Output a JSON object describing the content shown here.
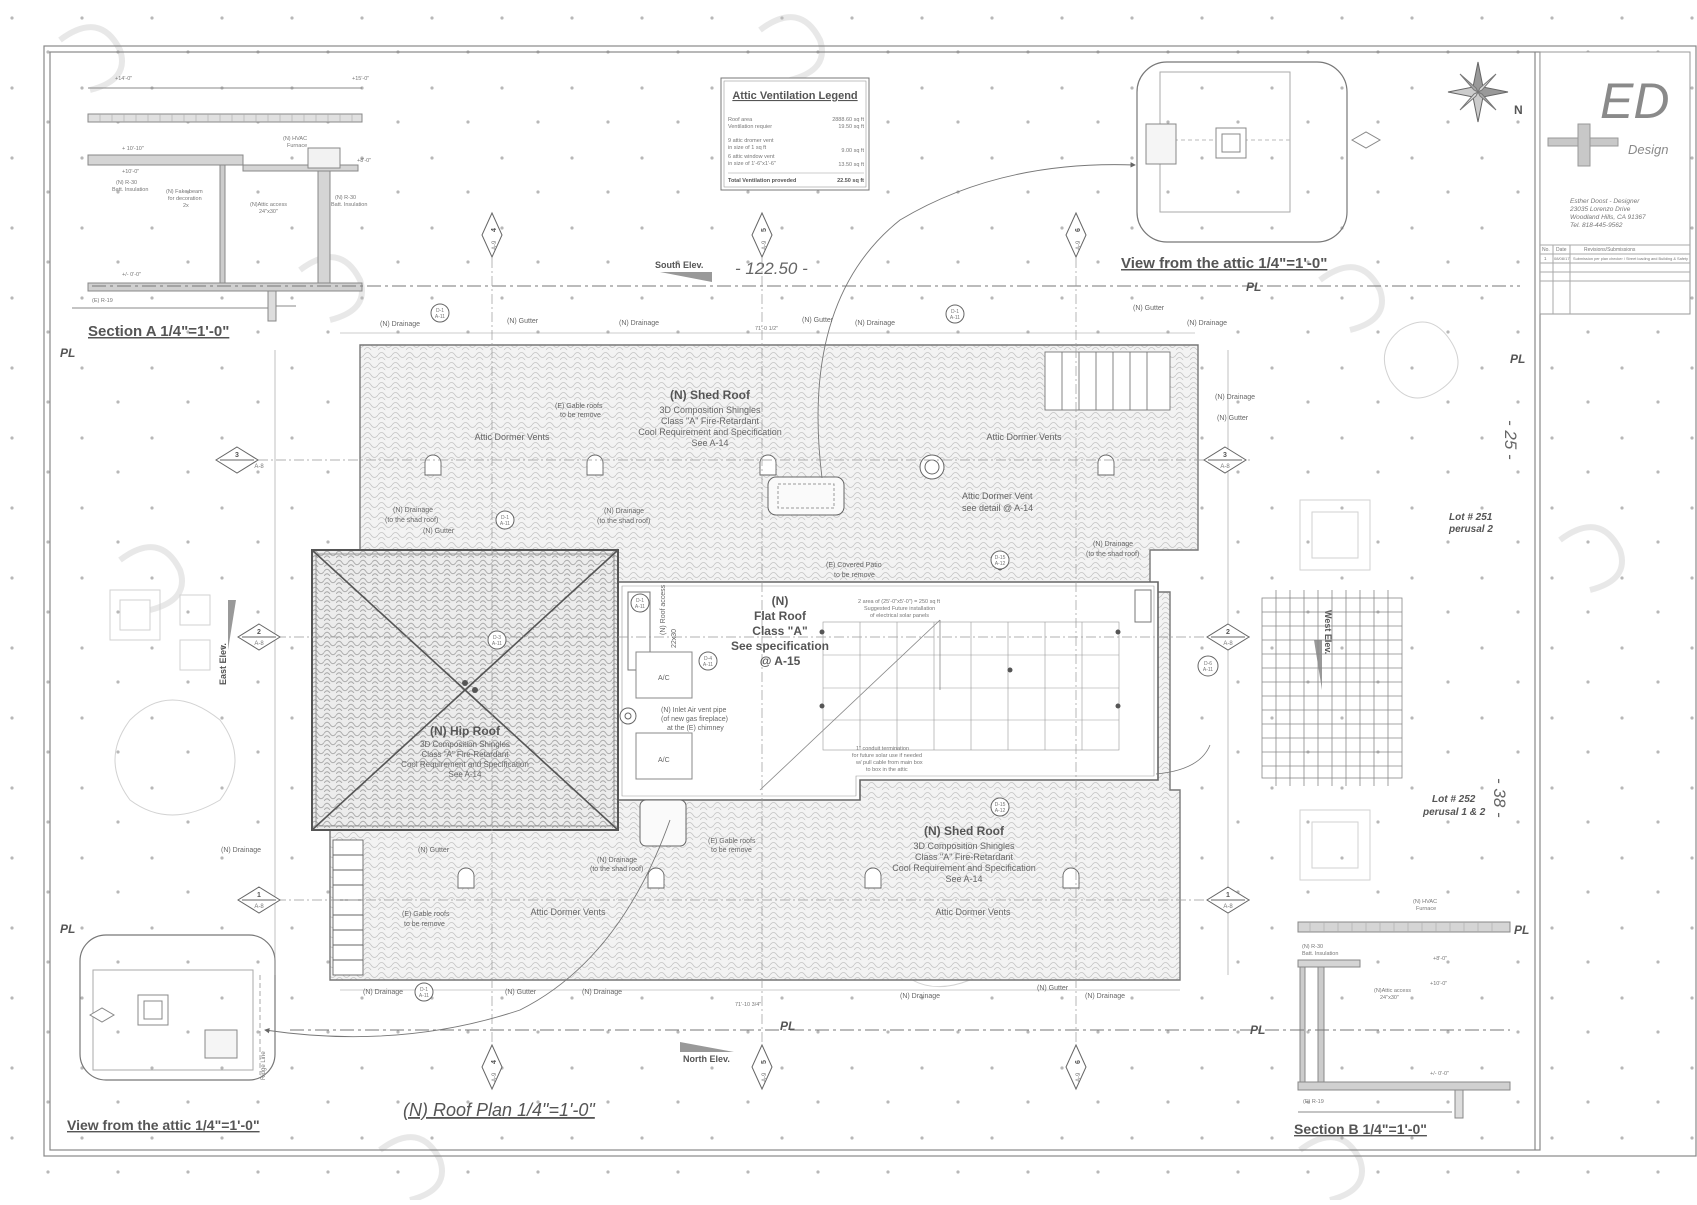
{
  "drawing": {
    "title": "(N) Roof Plan  1/4\"=1'-0\"",
    "accent_color": "#8a8a8a",
    "paper_color": "#ffffff"
  },
  "legend": {
    "title": "Attic Ventilation Legend",
    "rows": [
      {
        "label": "Roof area",
        "value": "2888.60 sq ft"
      },
      {
        "label": "Ventilation requier",
        "value": "19.50 sq ft"
      },
      {
        "label": "9 attic dromer vent",
        "value": ""
      },
      {
        "label": "in size of 1 sq ft",
        "value": "9.00 sq ft"
      },
      {
        "label": "6 attic window vent",
        "value": ""
      },
      {
        "label": "in size of 1'-6\"x1'-6\"",
        "value": "13.50 sq ft"
      }
    ],
    "total_label": "Total Ventilation proveded",
    "total_value": "22.50 sq ft"
  },
  "titleblock": {
    "logo_text": "ED",
    "logo_sub": "Design",
    "designer": "Esther Doost - Designer",
    "address1": "23035 Lorenzo Drive",
    "address2": "Woodland Hills, CA 91367",
    "phone": "Tel. 818-445-9562",
    "rev_headers": [
      "No.",
      "Date",
      "Revisions/Submissions"
    ],
    "rev_row": [
      "1",
      "08/08/17",
      "Submission per plan checker / Street loading and Building & Safety"
    ]
  },
  "compass": {
    "label": "N"
  },
  "views": {
    "section_a": "Section A  1/4\"=1'-0\"",
    "section_b": "Section B  1/4\"=1'-0\"",
    "attic_top": "View from the attic  1/4\"=1'-0\"",
    "attic_bottom": "View from the attic  1/4\"=1'-0\""
  },
  "dims": {
    "top": "- 122.50 -",
    "right_upper": "- 25 -",
    "right_lower": "- 38 -",
    "total_top": "71'-0 1/2\"",
    "total_bottom": "71'-10 3/4\""
  },
  "pl": "PL",
  "elevations": {
    "south": "South Elev.",
    "north": "North Elev.",
    "east": "East Elev.",
    "west": "West Elev."
  },
  "lots": {
    "lot251": "Lot # 251",
    "lot251_sub": "perusal 2",
    "lot252": "Lot # 252",
    "lot252_sub": "perusal 1 & 2"
  },
  "roofs": {
    "shed_top": {
      "title": "(N) Shed Roof",
      "l1": "3D Composition Shingles",
      "l2": "Class \"A\" Fire-Retardant",
      "l3": "Cool Requirement and Specification",
      "l4": "See A-14"
    },
    "shed_bottom": {
      "title": "(N) Shed Roof",
      "l1": "3D Composition Shingles",
      "l2": "Class \"A\" Fire-Retardant",
      "l3": "Cool Requirement and Specification",
      "l4": "See A-14"
    },
    "hip": {
      "title": "(N) Hip Roof",
      "l1": "3D Composition Shingles",
      "l2": "Class \"A\" Fire-Retardant",
      "l3": "Cool Requirement and Specification",
      "l4": "See A-14"
    },
    "flat": {
      "l1": "(N)",
      "l2": "Flat Roof",
      "l3": "Class \"A\"",
      "l4": "See specification",
      "l5": "@ A-15"
    }
  },
  "notes": {
    "dormer_vents": "Attic Dormer Vents",
    "dormer_vent_single": "Attic Dormer Vent",
    "see_detail": "see detail @ A-14",
    "drainage": "(N) Drainage",
    "gutter": "(N) Gutter",
    "drain_shad": "(to the shad roof)",
    "gable_remove": "(E) Gable roofs",
    "to_be_remove": "to be remove",
    "covered_patio": "(E) Covered Patio",
    "roof_access": "(N) Roof access",
    "roof_access_size": "22x30",
    "ac": "A/C",
    "air_vent": "(N) Inlet Air vent pipe",
    "air_vent2": "(of new gas fireplace)",
    "air_vent3": "at the (E) chimney",
    "ridge": "Ridge Line",
    "solar1": "2 area of (25'-0\"x5'-0\") = 250 sq ft",
    "solar2": "Suggested Future installation",
    "solar3": "of electrical solar panels",
    "conduit1": "1\" conduit termination",
    "conduit2": "for future solar use if needed",
    "conduit3": "w/ pull cable from main box",
    "conduit4": "to box in the attic"
  },
  "tags": {
    "a8": "A-8",
    "a9": "A-9",
    "a11": "A-11",
    "a12": "A-12",
    "t1": "1",
    "t2": "2",
    "t3": "3",
    "t4": "4",
    "t5": "5",
    "t6": "6",
    "d1": "D-1",
    "d3": "D-3",
    "d4": "D-4",
    "d6": "D-6",
    "d15": "D-15"
  },
  "section_notes": {
    "hvac": "(N) HVAC",
    "furnace": "Furnace",
    "batt_r30": "(N) R-30",
    "batt_ins": "Batt. Insulation",
    "fake_beam": "(N) Fake beam",
    "for_deco": "for decoration",
    "size2x": "2x",
    "attic_access": "(N)Attic access",
    "access_size": "24\"x30\"",
    "r19": "(E) R-19",
    "d_top1": "+14'-0\"",
    "d_top2": "+15'-0\"",
    "d_1010": "+ 10'-10\"",
    "d_100": "+10'-0\"",
    "d_840": "+8'-0\"",
    "d_0": "+/- 0'-0\""
  }
}
